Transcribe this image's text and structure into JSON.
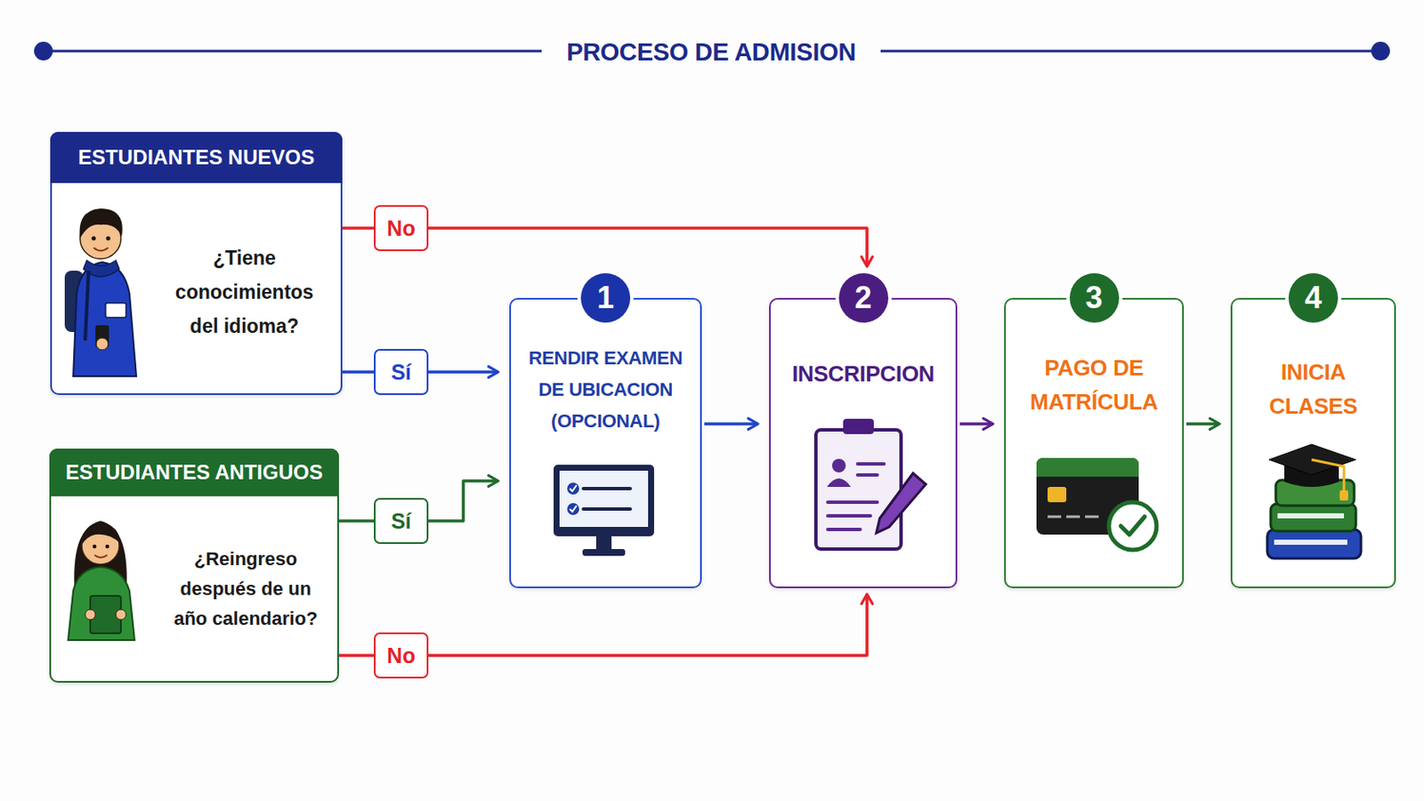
{
  "diagram": {
    "title": "PROCESO DE ADMISION",
    "nodes": [
      {
        "text": [
          "ESTUDIANTES NUEVOS",
          "¿Tiene conocimientos del idioma?"
        ]
      },
      {
        "text": [
          "ESTUDIANTES ANTIGUOS",
          "¿Reingreso después de un año calendario?"
        ]
      },
      {
        "text": [
          "1",
          "RENDIR EXAMEN DE UBICACION (OPCIONAL)"
        ]
      },
      {
        "text": [
          "2",
          "INSCRIPCION"
        ]
      },
      {
        "text": [
          "3",
          "PAGO DE MATRÍCULA"
        ]
      },
      {
        "text": [
          "4",
          "INICIA CLASES"
        ]
      }
    ],
    "edges": [
      {
        "from": 0,
        "to": 3,
        "label": "No",
        "arrow": "to"
      },
      {
        "from": 0,
        "to": 2,
        "label": "Sí",
        "arrow": "to"
      },
      {
        "from": 1,
        "to": 2,
        "label": "Sí",
        "arrow": "to"
      },
      {
        "from": 1,
        "to": 3,
        "label": "No",
        "arrow": "to"
      },
      {
        "from": 2,
        "to": 3,
        "arrow": "to"
      },
      {
        "from": 3,
        "to": 4,
        "arrow": "to"
      },
      {
        "from": 4,
        "to": 5,
        "arrow": "to"
      }
    ]
  }
}
